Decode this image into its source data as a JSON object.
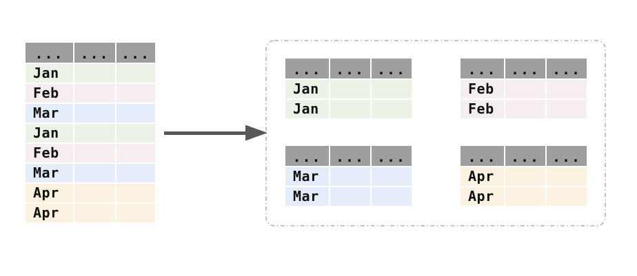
{
  "colors": {
    "header_bg": "#9e9e9e",
    "text": "#111111",
    "jan": "#eaf3e5",
    "feb": "#f5edee",
    "mar": "#e6edfa",
    "apr": "#fbf2e2",
    "arrow": "#58585a",
    "group_border": "#c8aba0"
  },
  "source_table": {
    "headers": [
      "...",
      "...",
      "..."
    ],
    "rows": [
      {
        "label": "Jan"
      },
      {
        "label": "Feb"
      },
      {
        "label": "Mar"
      },
      {
        "label": "Jan"
      },
      {
        "label": "Feb"
      },
      {
        "label": "Mar"
      },
      {
        "label": "Apr"
      },
      {
        "label": "Apr"
      }
    ]
  },
  "groups": [
    {
      "name": "jan",
      "headers": [
        "...",
        "...",
        "..."
      ],
      "rows": [
        {
          "label": "Jan"
        },
        {
          "label": "Jan"
        }
      ]
    },
    {
      "name": "feb",
      "headers": [
        "...",
        "...",
        "..."
      ],
      "rows": [
        {
          "label": "Feb"
        },
        {
          "label": "Feb"
        }
      ]
    },
    {
      "name": "mar",
      "headers": [
        "...",
        "...",
        "..."
      ],
      "rows": [
        {
          "label": "Mar"
        },
        {
          "label": "Mar"
        }
      ]
    },
    {
      "name": "apr",
      "headers": [
        "...",
        "...",
        "..."
      ],
      "rows": [
        {
          "label": "Apr"
        },
        {
          "label": "Apr"
        }
      ]
    }
  ]
}
